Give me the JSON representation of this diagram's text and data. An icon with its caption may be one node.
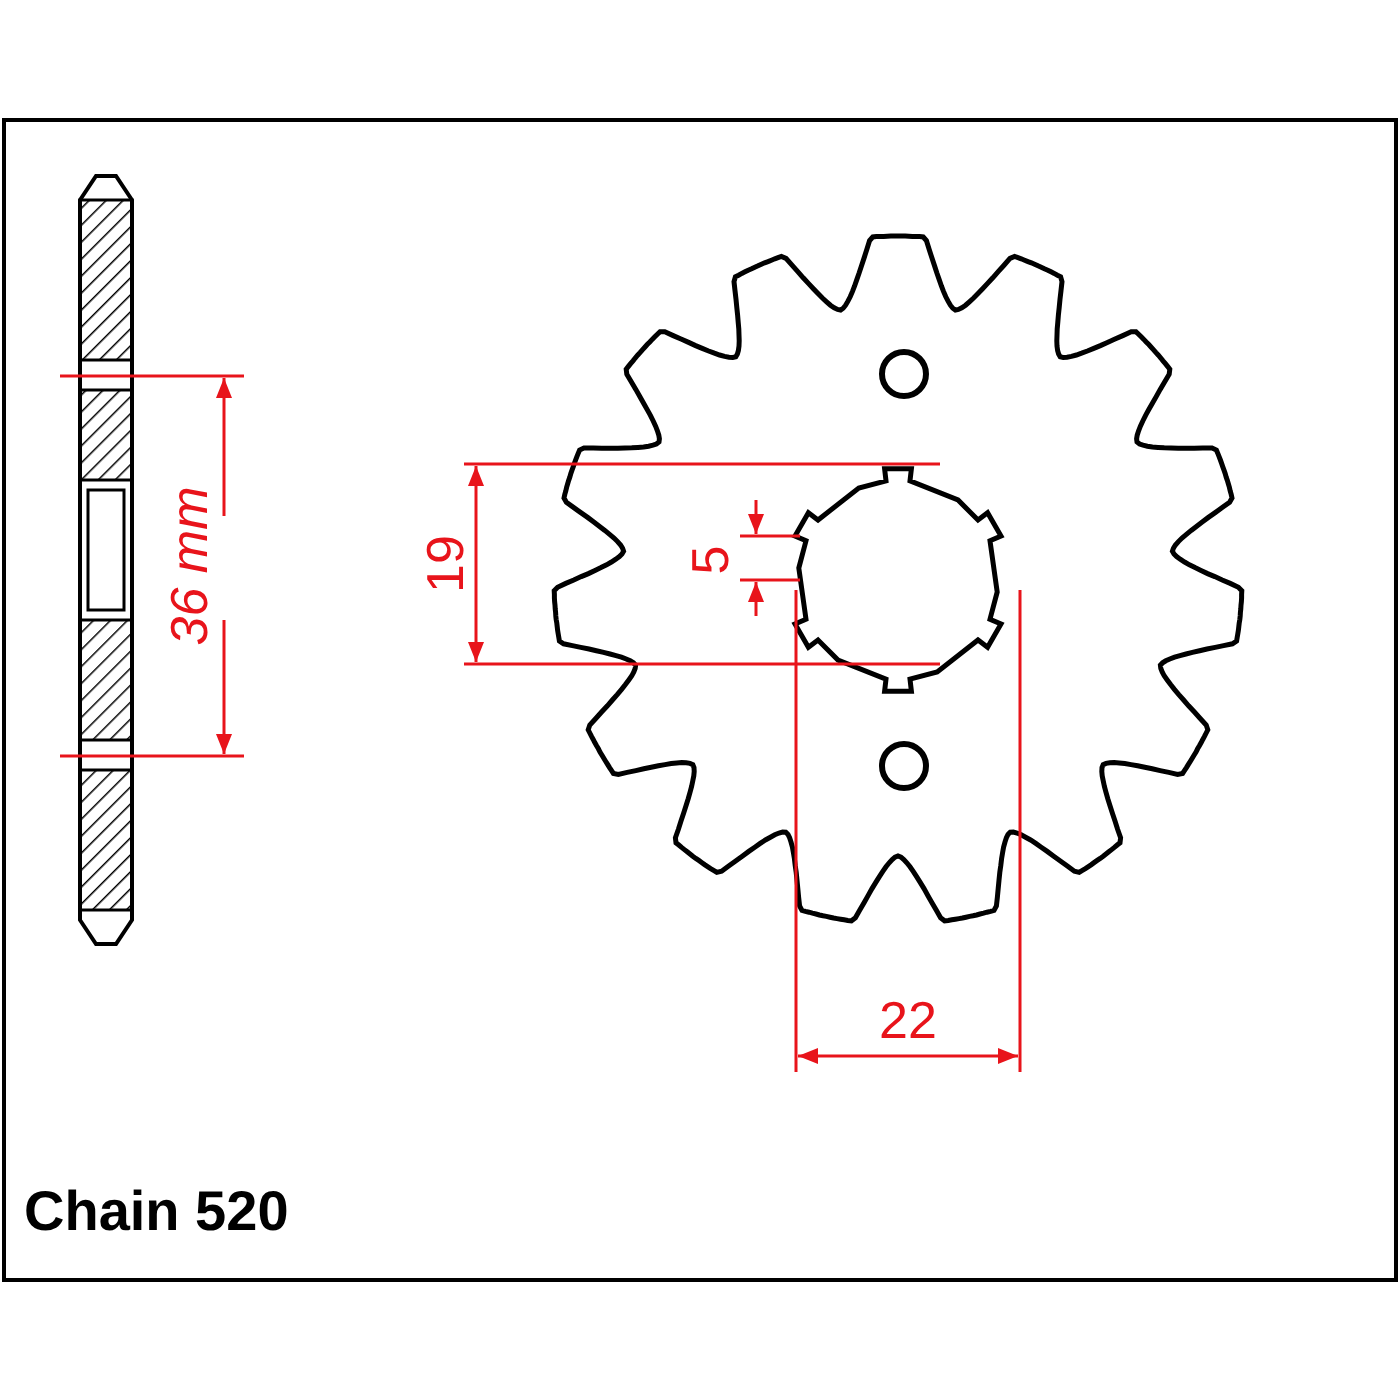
{
  "diagram": {
    "labels": [
      "36 mm",
      "19",
      "5",
      "22",
      "Chain 520"
    ]
  }
}
